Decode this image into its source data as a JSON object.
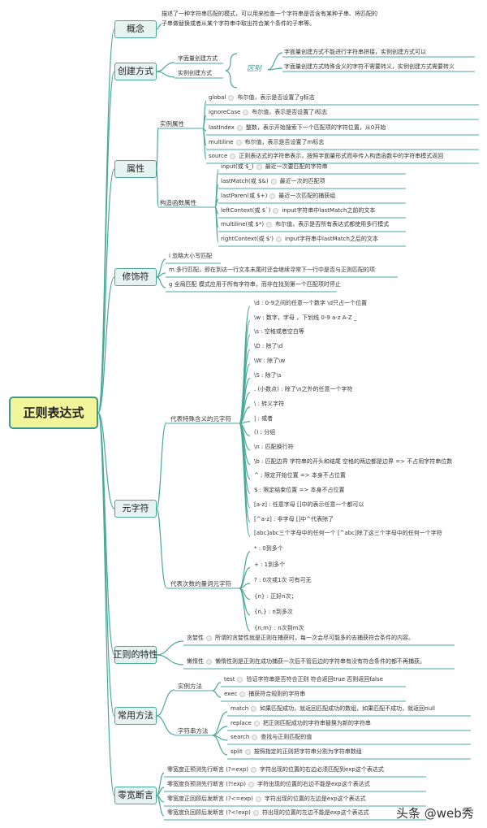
{
  "root": {
    "label": "正则表达式"
  },
  "colors": {
    "line": "#4aa898",
    "root_fill": "#f3f59a",
    "cat_fill": "#e6f3f1"
  },
  "categories": [
    {
      "label": "概念",
      "text": [
        "描述了一种字符串匹配的模式，可以用来检查一个字符串是否含有某种子串、将匹配的",
        "子串做替换或者从某个字符串中取出符合某个条件的子串等。"
      ]
    },
    {
      "label": "创建方式",
      "subs": [
        "字面量创建方式",
        "实例创建方式"
      ],
      "diff_label": "区别",
      "diffs": [
        "字面量创建方式不能进行字符串拼接，实例创建方式可以",
        "字面量创建方式特殊含义的字符不需要转义，实例创建方式需要转义"
      ]
    },
    {
      "label": "属性",
      "groups": [
        {
          "label": "实例属性",
          "items": [
            {
              "name": "global",
              "desc": "布尔值，表示是否设置了g标志"
            },
            {
              "name": "ignoreCase",
              "desc": "布尔值，表示是否设置了i标志"
            },
            {
              "name": "lastIndex",
              "desc": "整数，表示开始搜索下一个匹配项的字符位置，从0开始"
            },
            {
              "name": "multiline",
              "desc": "布尔值，表示是否设置了m标志"
            },
            {
              "name": "source",
              "desc": "正则表达式的字符串表示，按照字面量形式而非传入构造函数中的字符串模式返回"
            }
          ]
        },
        {
          "label": "构造函数属性",
          "items": [
            {
              "name": "input(或 $_)",
              "desc": "最近一次要匹配的字符串"
            },
            {
              "name": "lastMatch(或 $&)",
              "desc": "最近一次的匹配项"
            },
            {
              "name": "lastParen(或 $+)",
              "desc": "最近一次匹配的捕获组"
            },
            {
              "name": "leftContext(或 $`)",
              "desc": "input字符串中lastMatch之前的文本"
            },
            {
              "name": "multiline(或  $*)",
              "desc": "布尔值，表示是否所有表达式都使用多行模式"
            },
            {
              "name": "rightContext(或  $')",
              "desc": "input字符串中lastMatch之后的文本"
            }
          ]
        }
      ]
    },
    {
      "label": "修饰符",
      "items": [
        "i  忽略大小写匹配",
        "m  多行匹配，即在到达一行文本末尾时还会继续寻常下一行中是否与正则匹配的项",
        "g  全局匹配 模式应用于所有字符串，而非在找到第一个匹配项时停止"
      ]
    },
    {
      "label": "元字符",
      "groups": [
        {
          "label": "代表特殊含义的元字符",
          "items": [
            "\\d : 0-9之间的任意一个数字  \\d只占一个位置",
            "\\w : 数字，字母 ，下划线 0-9 a-z A-Z _",
            "\\s : 空格或者空白等",
            "\\D : 除了\\d",
            "\\W : 除了\\w",
            "\\S : 除了\\s",
            " . (小数点) : 除了\\n之外的任意一个字符",
            " \\ : 转义字符",
            " | : 或者",
            "() : 分组",
            "\\n : 匹配换行符",
            "\\b : 匹配边界 字符串的开头和结尾 空格的两边都是边界 => 不占用字符串位数",
            " ^ : 限定开始位置 => 本身不占位置",
            " $ : 限定结束位置 => 本身不占位置",
            "[a-z] : 任意字母 []中的表示任意一个都可以",
            "[^a-z] : 非字母 []中^代表除了",
            "[abc]abc三个字母中的任何一个 [^abc]除了这三个字母中的任何一个字符"
          ]
        },
        {
          "label": "代表次数的量词元字符",
          "items": [
            "* : 0到多个",
            "+ : 1到多个",
            "? : 0次或1次 可有可无",
            "{n} : 正好n次；",
            "{n,} : n到多次",
            "{n,m} : n次到m次"
          ]
        }
      ]
    },
    {
      "label": "正则的特性",
      "items": [
        {
          "name": "贪婪性",
          "desc": "所谓的贪婪性就是正则在捕获时，每一次会尽可能多的去捕获符合条件的内容。"
        },
        {
          "name": "懒惰性",
          "desc": "懒惰性则是正则在成功捕获一次后不管后边的字符串有没有符合条件的都不再捕获。"
        }
      ]
    },
    {
      "label": "常用方法",
      "groups": [
        {
          "label": "实例方法",
          "items": [
            {
              "name": "test",
              "desc": "验证字符串是否符合正则 符合返回true 否则返回false"
            },
            {
              "name": "exec",
              "desc": "捕获符合规则的字符串"
            }
          ]
        },
        {
          "label": "字符串方法",
          "items": [
            {
              "name": "match",
              "desc": "如果匹配成功，就返回匹配成功的数组，如果匹配不成功，就返回null"
            },
            {
              "name": "replace",
              "desc": "把正则匹配成功的字符串替换为新的字符串"
            },
            {
              "name": "search",
              "desc": "查找与正则匹配的值"
            },
            {
              "name": "split",
              "desc": "按照指定的正则把字符串分割为字符串数组"
            }
          ]
        }
      ]
    },
    {
      "label": "零宽断言",
      "items": [
        {
          "name": "零宽度正预测先行断言 (?=exp)",
          "desc": "字符出现的位置的右边必须匹配到exp这个表达式"
        },
        {
          "name": "零宽度负预测先行断言 (?!exp)",
          "desc": "字符出现的位置的右边不能是exp这个表达式"
        },
        {
          "name": "零宽度正回顾后发断言 (?<=exp)",
          "desc": "字符出现的位置的左边是exp这个表达式"
        },
        {
          "name": "零宽度负回顾后发断言 (?<!exp)",
          "desc": "符出现的位置的左边不能是exp这个表达式"
        }
      ]
    }
  ],
  "watermark": "头条 @web秀"
}
